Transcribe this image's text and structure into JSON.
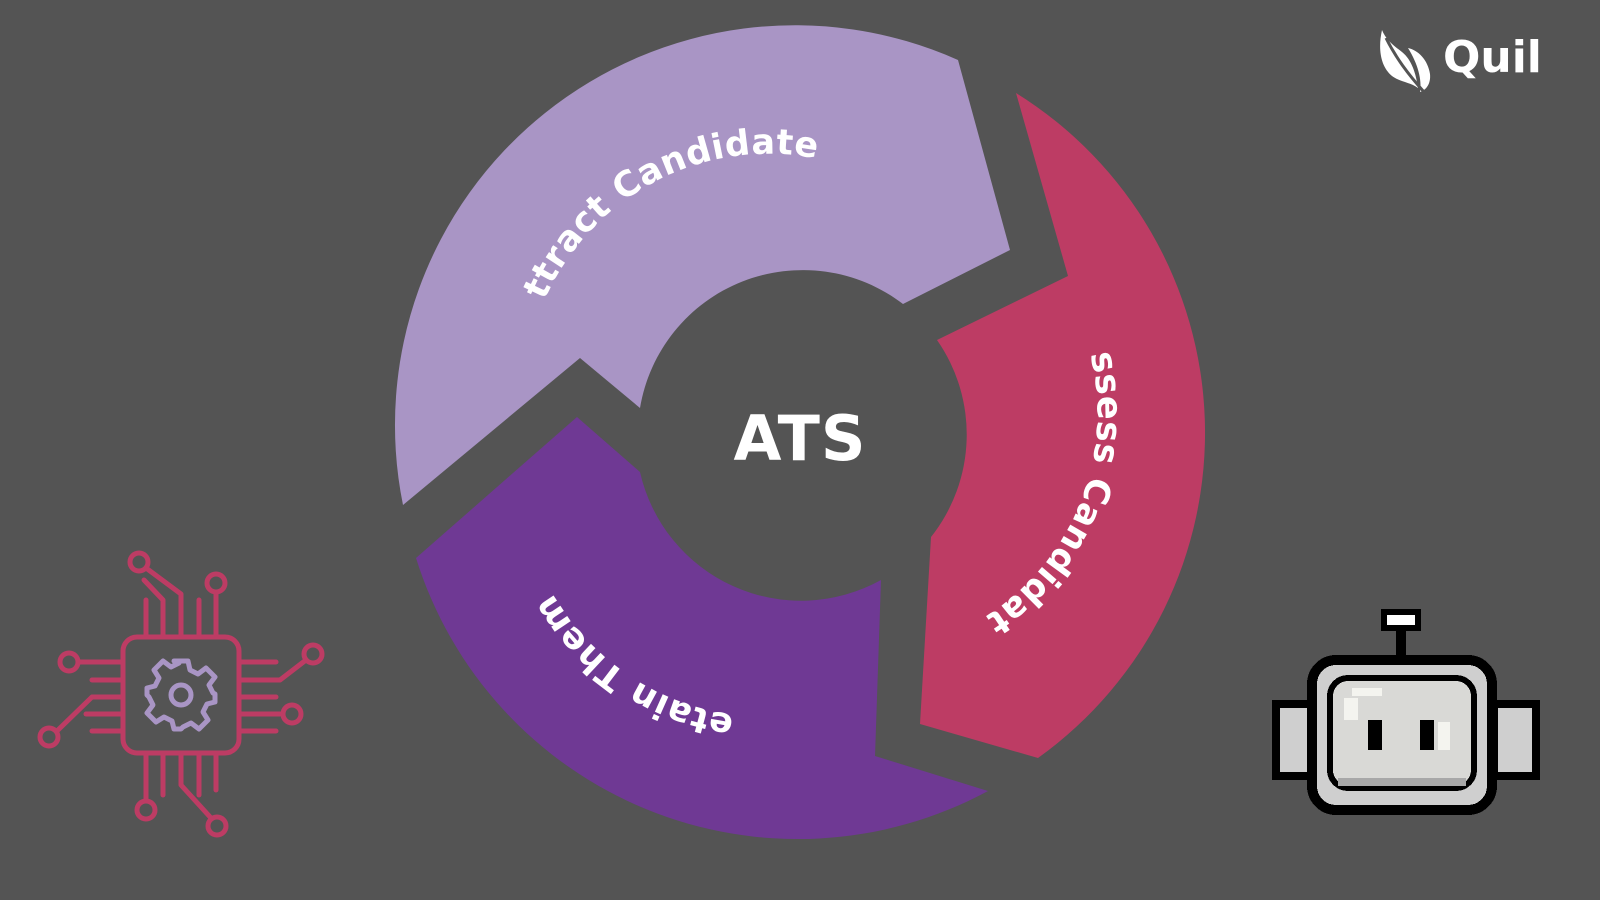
{
  "diagram": {
    "center_label": "ATS",
    "segments": [
      {
        "label": "Attract Candidates",
        "color": "#a995c5"
      },
      {
        "label": "Assess Candidates",
        "color": "#bd3c64"
      },
      {
        "label": "Retain Them",
        "color": "#6f3994"
      }
    ]
  },
  "brand": {
    "name": "Quil",
    "logo_icon": "leaf-icon"
  },
  "decorations": {
    "chip_icon": "circuit-chip-icon",
    "robot_icon": "pixel-robot-icon",
    "chip_color": "#bd3c64",
    "gear_color": "#a995c5"
  },
  "colors": {
    "background": "#545454"
  }
}
